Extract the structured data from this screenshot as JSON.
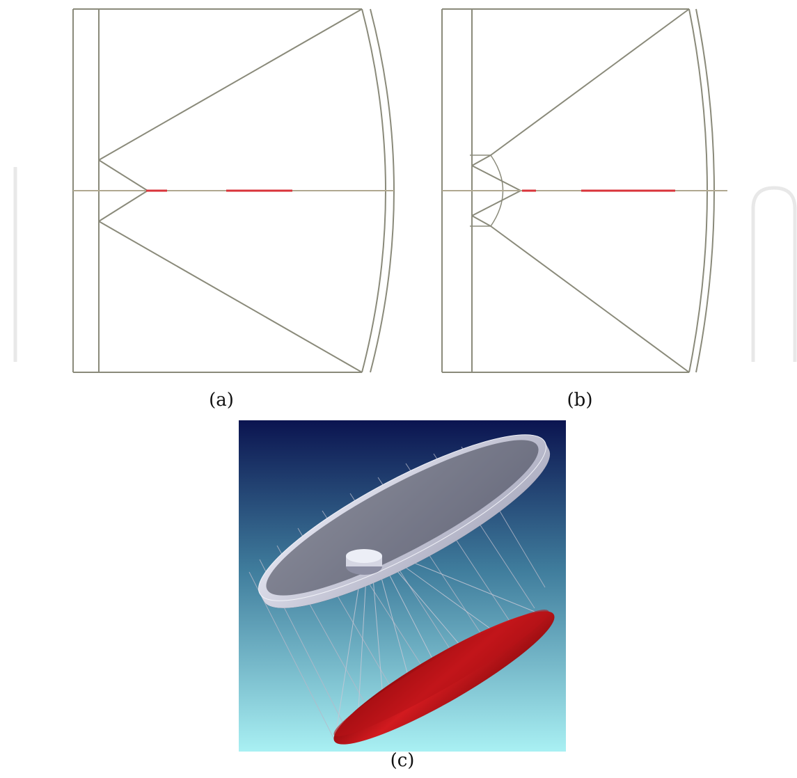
{
  "figure": {
    "captions": {
      "a": "(a)",
      "b": "(b)",
      "c": "(c)"
    },
    "panels": [
      {
        "id": "a",
        "description_name": "ray-trace-diagram-a"
      },
      {
        "id": "b",
        "description_name": "ray-trace-diagram-b"
      },
      {
        "id": "c",
        "description_name": "3d-reflector-render"
      }
    ],
    "colors": {
      "line": "#8a8a7a",
      "ray_red": "#d9333a",
      "reflector_red": "#c0161c",
      "ring_gray": "#cfd0dc",
      "bg_top": "#0b1450",
      "bg_bottom": "#a9f0f3"
    }
  }
}
